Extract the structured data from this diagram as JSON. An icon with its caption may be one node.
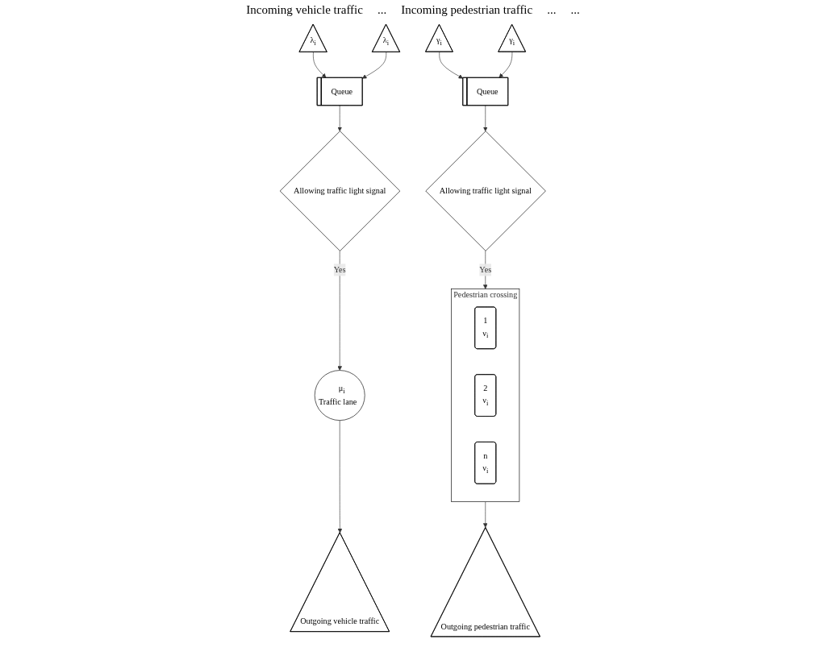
{
  "diagram": {
    "nodes": [
      {
        "text": [
          "λ$_{i}$"
        ]
      },
      {
        "text": [
          "λ$_{i}$"
        ]
      },
      {
        "text": [
          "Queue"
        ]
      },
      {
        "text": [
          "Allowing traffic light signal"
        ]
      },
      {
        "text": [
          "μ$_{i}$",
          "Traffic lane"
        ]
      },
      {
        "text": [
          "Outgoing vehicle traffic"
        ]
      },
      {
        "text": [
          "γ$_{i}$"
        ]
      },
      {
        "text": [
          "γ$_{i}$"
        ]
      },
      {
        "text": [
          "Queue"
        ]
      },
      {
        "text": [
          "Allowing traffic light signal"
        ]
      },
      {
        "text": [
          "Pedestrian crossing"
        ]
      },
      {
        "text": [
          "1",
          "ν$_{i}$"
        ],
        "in": 10
      },
      {
        "text": [
          "2",
          "ν$_{i}$"
        ],
        "in": 10
      },
      {
        "text": [
          "n",
          "ν$_{i}$"
        ],
        "in": 10
      },
      {
        "text": [
          "Outgoing pedestrian traffic"
        ]
      }
    ],
    "edges": [
      {
        "from": 0,
        "to": 2,
        "arrow": "to"
      },
      {
        "from": 1,
        "to": 2,
        "arrow": "to"
      },
      {
        "from": 2,
        "to": 3,
        "arrow": "to"
      },
      {
        "from": 3,
        "to": 4,
        "arrow": "to",
        "label": "Yes"
      },
      {
        "from": 4,
        "to": 5,
        "arrow": "to"
      },
      {
        "from": 6,
        "to": 8,
        "arrow": "to"
      },
      {
        "from": 7,
        "to": 8,
        "arrow": "to"
      },
      {
        "from": 8,
        "to": 9,
        "arrow": "to"
      },
      {
        "from": 9,
        "to": 10,
        "arrow": "to",
        "label": "Yes"
      },
      {
        "from": 10,
        "to": 14,
        "arrow": "to"
      }
    ],
    "labels": [
      "Incoming vehicle traffic",
      "...",
      "Incoming pedestrian traffic",
      "...",
      "..."
    ]
  }
}
